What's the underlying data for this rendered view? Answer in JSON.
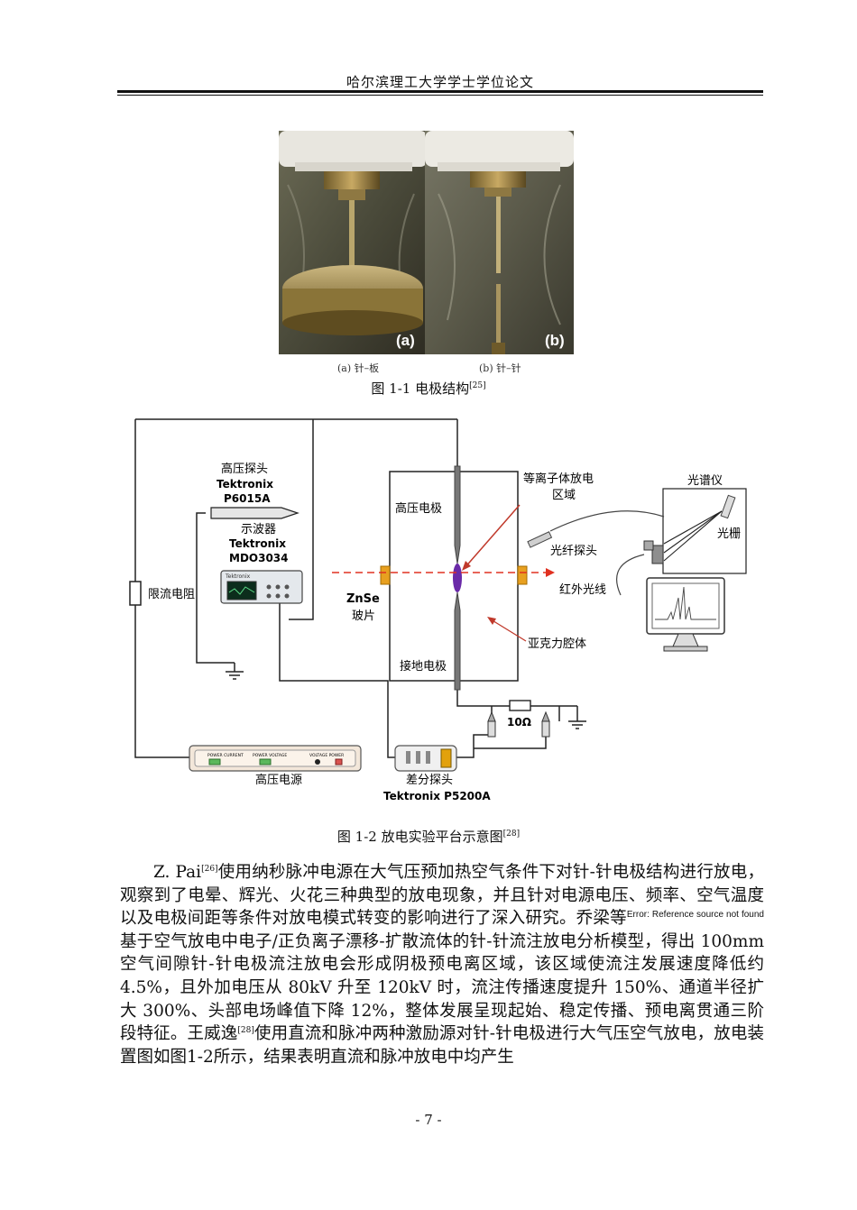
{
  "header": {
    "title": "哈尔滨理工大学学士学位论文"
  },
  "figure1": {
    "panel_a_label": "(a)",
    "panel_b_label": "(b)",
    "sub_a": "(a) 针–板",
    "sub_b": "(b) 针–针",
    "caption": "图 1-1 电极结构",
    "caption_ref": "[25]"
  },
  "figure2": {
    "labels": {
      "probe_hv_1": "高压探头",
      "probe_hv_2": "Tektronix",
      "probe_hv_3": "P6015A",
      "scope_1": "示波器",
      "scope_2": "Tektronix",
      "scope_3": "MDO3034",
      "scope_brand": "Tektronix",
      "resistor": "限流电阻",
      "hv_electrode": "高压电极",
      "ground_electrode": "接地电极",
      "plasma_1": "等离子体放电",
      "plasma_2": "区域",
      "znse_1": "ZnSe",
      "znse_2": "玻片",
      "acrylic": "亚克力腔体",
      "spectrometer": "光谱仪",
      "grating": "光栅",
      "fiber_probe": "光纤探头",
      "ir_beam": "红外光线",
      "resistor_10": "10Ω",
      "hv_supply": "高压电源",
      "diff_probe": "差分探头",
      "diff_model": "Tektronix P5200A",
      "psu_left": "POWER CURRENT",
      "psu_mid": "POWER VOLTAGE",
      "psu_right": "VOLTAGE POWER"
    },
    "caption": "图 1-2 放电实验平台示意图",
    "caption_ref": "[28]"
  },
  "body": {
    "p1_a": "Z. Pai",
    "p1_ref1": "[26]",
    "p1_b": "使用纳秒脉冲电源在大气压预加热空气条件下对针-针电极结构进行放电，观察到了电晕、辉光、火花三种典型的放电现象，并且针对电源电压、频率、空气温度以及电极间距等条件对放电模式转变的影响进行了深入研究。乔梁等",
    "p1_err": "Error: Reference source not found",
    "p1_c": "基于空气放电中电子/正负离子漂移-扩散流体的针-针流注放电分析模型，得出 100mm 空气间隙针-针电极流注放电会形成阴极预电离区域，该区域使流注发展速度降低约 4.5%，且外加电压从 80kV 升至 120kV 时，流注传播速度提升 150%、通道半径扩大 300%、头部电场峰值下降 12%，整体发展呈现起始、稳定传播、预电离贯通三阶段特征。王威逸",
    "p1_ref2": "[28]",
    "p1_d": "使用直流和脉冲两种激励源对针-针电极进行大气压空气放电，放电装置图如图1-2所示，结果表明直流和脉冲放电中均产生"
  },
  "page_number": "- 7 -"
}
